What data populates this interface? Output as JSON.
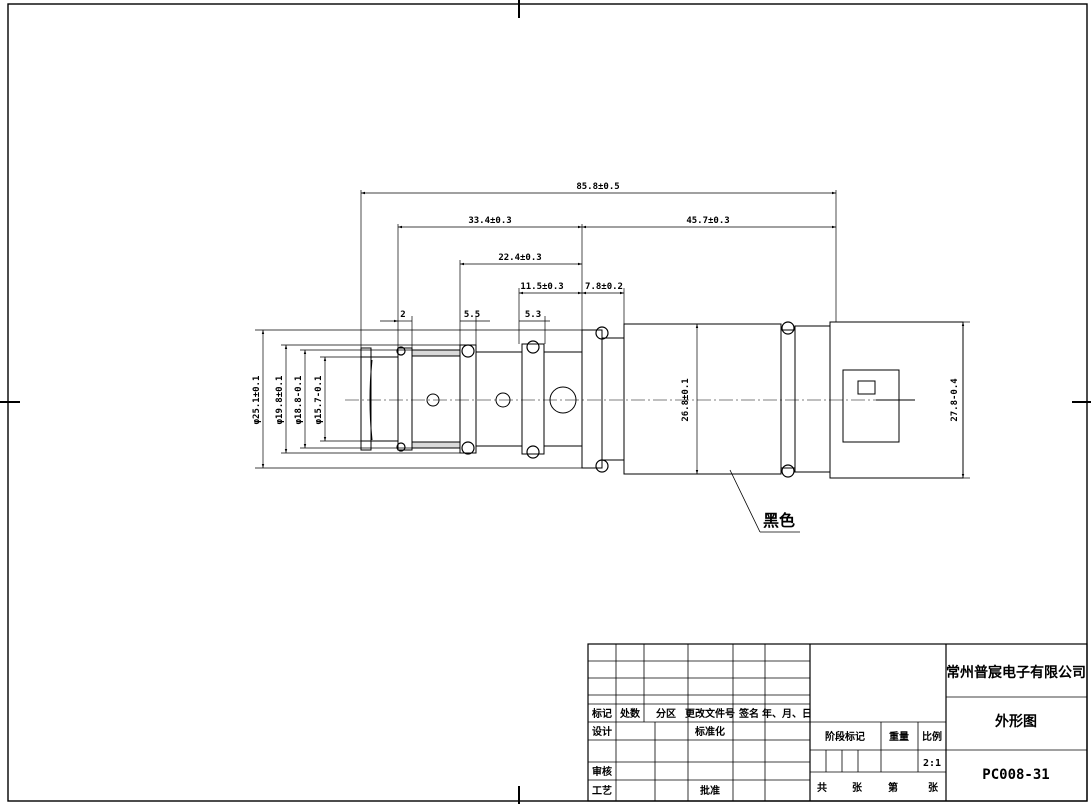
{
  "dimensions": {
    "overall_length": "85.8±0.5",
    "length_33": "33.4±0.3",
    "length_45": "45.7±0.3",
    "length_22": "22.4±0.3",
    "length_11": "11.5±0.3",
    "length_7": "7.8±0.2",
    "groove_2": "2",
    "groove_55": "5.5",
    "groove_53": "5.3",
    "dia_25": "φ25.1±0.1",
    "dia_19": "φ19.8±0.1",
    "dia_18": "φ18.8-0.1",
    "dia_15": "φ15.7-0.1",
    "dia_26": "26.8±0.1",
    "dia_27": "27.8-0.4"
  },
  "annotation": {
    "color_note": "黑色"
  },
  "title_block": {
    "company": "常州普宸电子有限公司",
    "drawing_title": "外形图",
    "drawing_number": "PC008-31",
    "scale": "2:1",
    "headers": {
      "mark": "标记",
      "count": "处数",
      "zone": "分区",
      "change_doc": "更改文件号",
      "signature": "签名",
      "date": "年、月、日",
      "design": "设计",
      "standardize": "标准化",
      "review": "审核",
      "process": "工艺",
      "approve": "批准",
      "stage_mark": "阶段标记",
      "weight": "重量",
      "scale_label": "比例",
      "total": "共",
      "sheets": "张",
      "sheet_no": "第",
      "sheet": "张"
    }
  }
}
